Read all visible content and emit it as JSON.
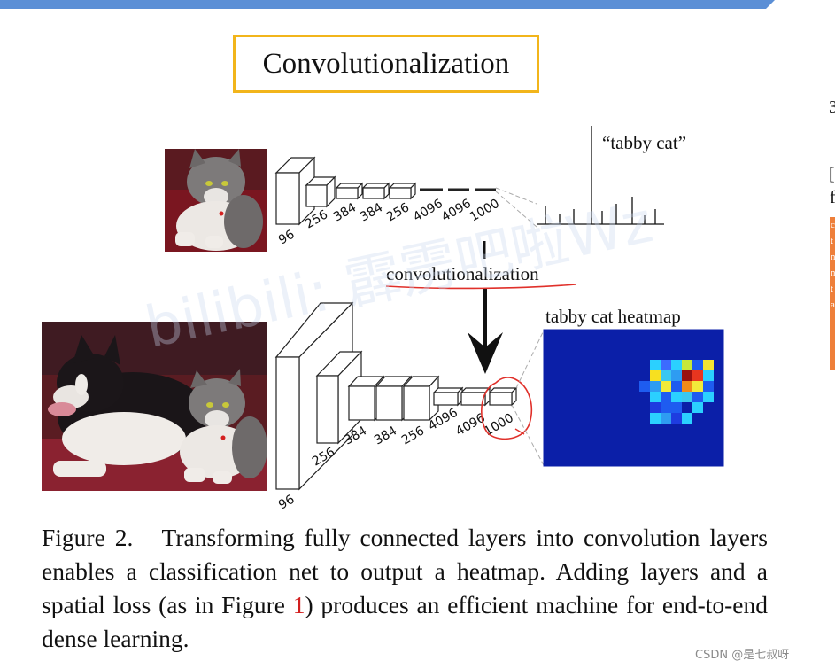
{
  "slide_title": "Convolutionalization",
  "figure": {
    "top_label": "“tabby cat”",
    "arrow_label": "convolutionalization",
    "heatmap_label": "tabby cat heatmap",
    "top_layers": [
      "96",
      "256",
      "384",
      "384",
      "256",
      "4096",
      "4096",
      "1000"
    ],
    "bottom_layers": [
      "96",
      "256",
      "384",
      "384",
      "256",
      "4096",
      "4096",
      "1000"
    ]
  },
  "caption": {
    "prefix": "Figure 2.",
    "text_before_ref": "Transforming fully connected layers into convolution layers enables a classification net to output a heatmap. Adding layers and a spatial loss (as in Figure ",
    "ref": "1",
    "text_after_ref": ") produces an efficient machine for end-to-end dense learning."
  },
  "overlay_watermark": "bilibili: 霹雳吧啦Wz",
  "side_fragments": [
    "3",
    "[",
    "f"
  ],
  "side_strip_letters": [
    "c",
    "t",
    "n",
    "n",
    "t",
    "a"
  ],
  "corner_watermark": "CSDN @是七叔呀",
  "colors": {
    "title_border": "#f2b51b",
    "topbar": "#5b8fd6",
    "annotation_red": "#e0302a",
    "side_strip": "#ee7f3a"
  }
}
